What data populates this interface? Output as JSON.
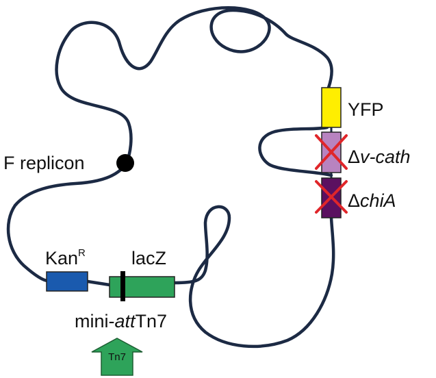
{
  "labels": {
    "f_replicon": "F replicon",
    "yfp": "YFP",
    "delta": "Δ",
    "v_cath": "v-cath",
    "chi_a": "chiA",
    "kan": "Kan",
    "kan_sup": "R",
    "lacz": "lacZ",
    "mini_prefix": "mini-",
    "mini_italic": "att",
    "mini_suffix": "Tn7",
    "tn7_arrow": "Tn7"
  },
  "colors": {
    "chromosome": "#1c2a44",
    "yfp": "#ffee00",
    "v_cath": "#b883c0",
    "chi_a": "#5b1060",
    "kan_r": "#1a5aae",
    "lacz": "#2ea35a",
    "tn7_arrow": "#2ea35a",
    "deletion_cross": "#e0262a",
    "origin_dot": "#000000"
  },
  "icons": {
    "deletion_mark": "red-x-cross",
    "insertion_arrow": "up-arrow"
  }
}
